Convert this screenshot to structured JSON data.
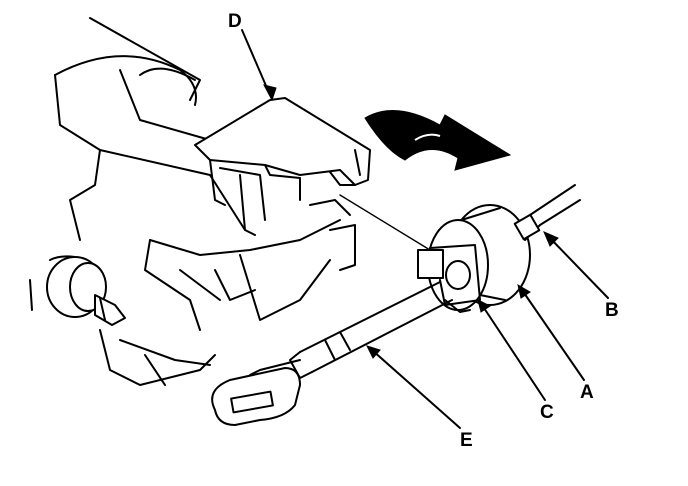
{
  "labels": {
    "a": "A",
    "b": "B",
    "c": "C",
    "d": "D",
    "e": "E"
  },
  "icons": {
    "rotation_arrow": "curved-arrow-icon"
  }
}
